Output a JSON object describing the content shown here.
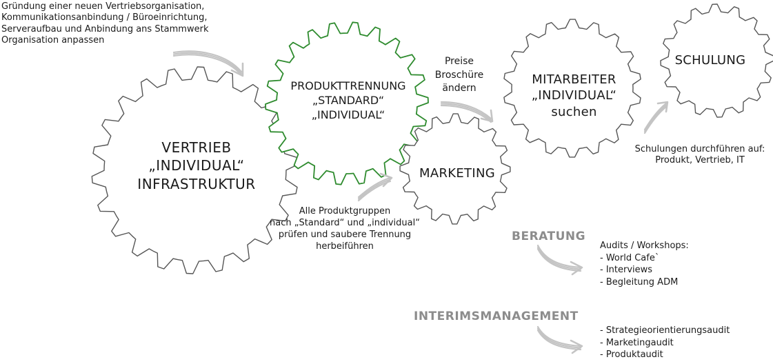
{
  "notes": {
    "top_left": "Gründung einer neuen Vertriebsorganisation,\nKommunikationsanbindung / Büroeinrichtung,\nServeraufbau und Anbindung ans Stammwerk\nOrganisation anpassen",
    "produkte": "Alle Produktgruppen\nnach „Standard“ und „individual“\nprüfen und saubere Trennung\nherbeiführen",
    "preise": "Preise\nBroschüre\nändern",
    "schulungen": "Schulungen durchführen auf:\nProdukt, Vertrieb, IT",
    "beratung_list": "Audits / Workshops:\n- World Cafe`\n- Interviews\n- Begleitung ADM",
    "interims_list": "- Strategieorientierungsaudit\n- Marketingaudit\n- Produktaudit"
  },
  "gears": {
    "vertrieb": "VERTRIEB\n„INDIVIDUAL“\nINFRASTRUKTUR",
    "produkttrennung": "PRODUKTTRENNUNG\n„STANDARD“\n„INDIVIDUAL“",
    "marketing": "MARKETING",
    "mitarbeiter": "MITARBEITER\n„INDIVIDUAL“\nsuchen",
    "schulung": "SCHULUNG"
  },
  "sections": {
    "beratung": "BERATUNG",
    "interimsmanagement": "INTERIMSMANAGEMENT"
  },
  "colors": {
    "gear_stroke": "#555555",
    "highlight_gear_stroke": "#2e8b2e",
    "arrow": "#c4c4c4",
    "heading_gray": "#8c8c8c"
  }
}
